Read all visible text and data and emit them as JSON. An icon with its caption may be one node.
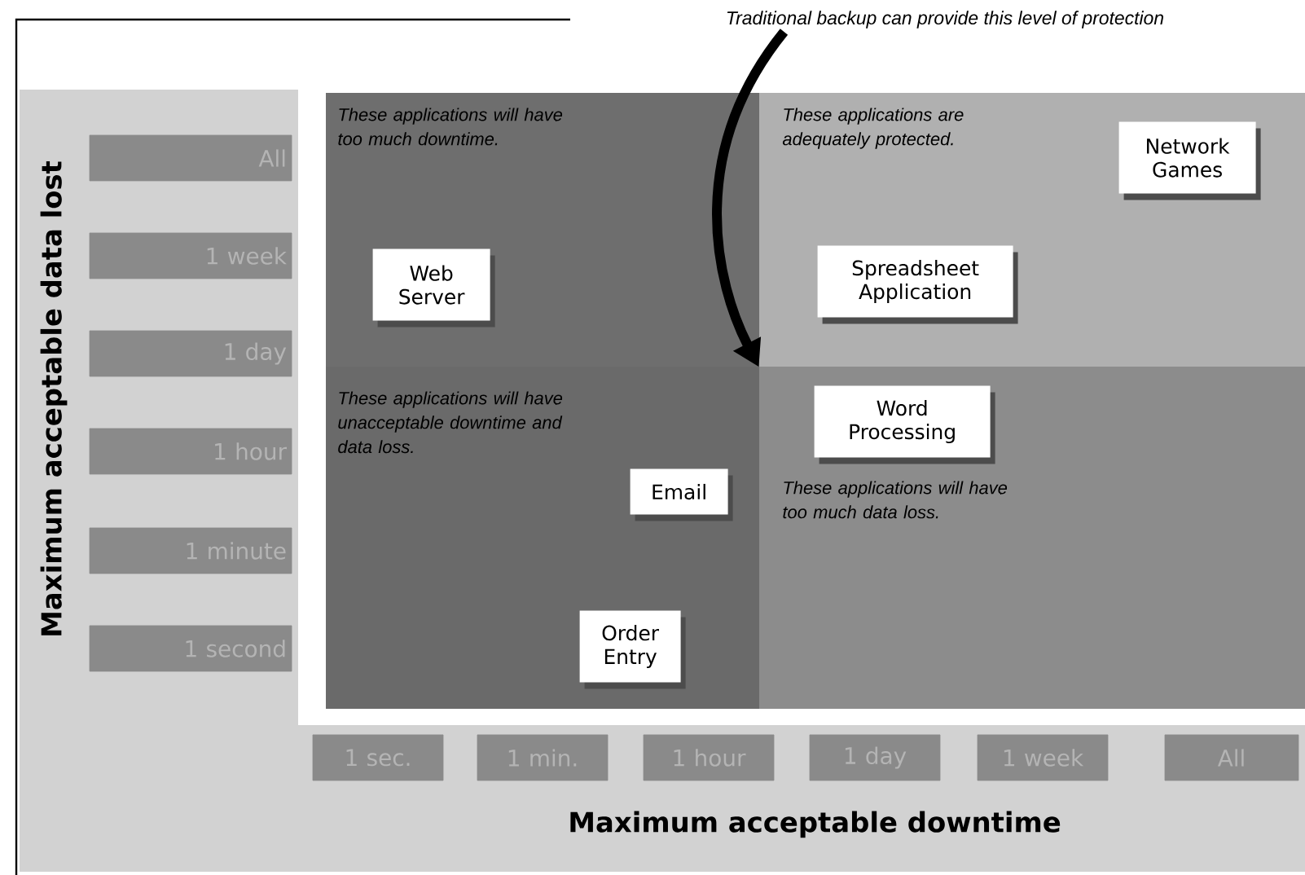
{
  "diagram": {
    "nodes": [
      {
        "text": [
          "These applications will have too much downtime."
        ]
      },
      {
        "text": [
          "These applications are adequately protected."
        ]
      },
      {
        "text": [
          "These applications will have unacceptable downtime and data loss."
        ]
      },
      {
        "text": [
          "These applications will have too much data loss."
        ]
      },
      {
        "text": [
          "Web Server"
        ],
        "in": 0
      },
      {
        "text": [
          "Spreadsheet Application"
        ],
        "in": 1
      },
      {
        "text": [
          "Network Games"
        ],
        "in": 1
      },
      {
        "text": [
          "Word Processing"
        ],
        "in": 3
      },
      {
        "text": [
          "Email"
        ],
        "in": 2
      },
      {
        "text": [
          "Order Entry"
        ],
        "in": 2
      },
      {
        "text": [
          "Traditional backup can provide this level of protection"
        ]
      },
      {
        "text": [
          "All"
        ]
      },
      {
        "text": [
          "1 week"
        ]
      },
      {
        "text": [
          "1 day"
        ]
      },
      {
        "text": [
          "1 hour"
        ]
      },
      {
        "text": [
          "1 minute"
        ]
      },
      {
        "text": [
          "1 second"
        ]
      },
      {
        "text": [
          "1 sec."
        ]
      },
      {
        "text": [
          "1 min."
        ]
      },
      {
        "text": [
          "1 hour"
        ]
      },
      {
        "text": [
          "1 day"
        ]
      },
      {
        "text": [
          "1 week"
        ]
      },
      {
        "text": [
          "All"
        ]
      }
    ],
    "edges": [
      {
        "from": 10,
        "to": 1,
        "arrow": "to"
      }
    ],
    "labels": [
      "Maximum acceptable data lost",
      "Maximum acceptable downtime"
    ]
  }
}
